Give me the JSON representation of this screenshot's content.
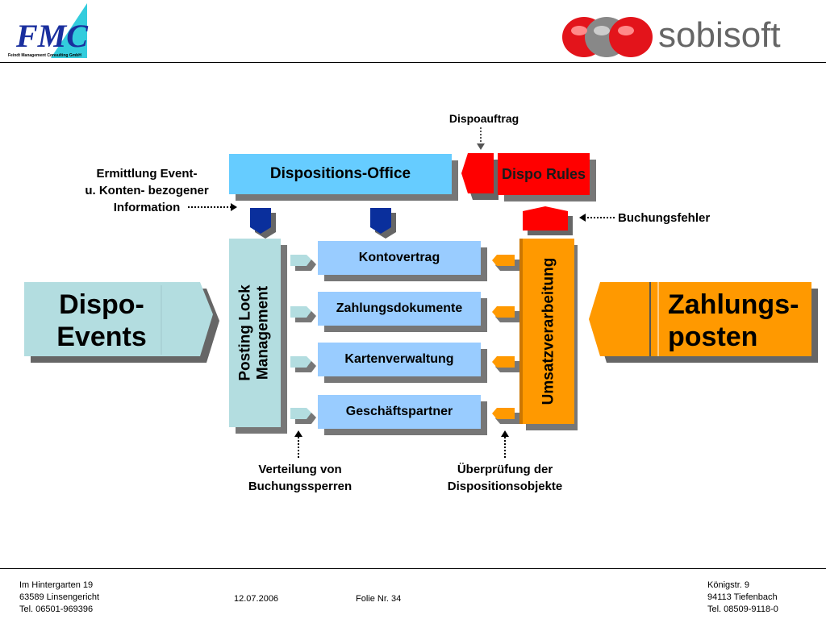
{
  "header": {
    "left_logo": {
      "text": "FMC",
      "subtitle": "Feindt Management Consulting GmbH"
    },
    "right_logo": {
      "text": "sobisoft"
    }
  },
  "diagram": {
    "dispo_office": "Dispositions-Office",
    "dispo_rules": "Dispo Rules",
    "dispoauftrag": "Dispoauftrag",
    "ermittlung": "Ermittlung Event-\nu. Konten- bezogener\nInformation",
    "buchungsfehler": "Buchungsfehler",
    "dispo_events": "Dispo-\nEvents",
    "zahlungsposten": "Zahlungs-\nposten",
    "posting_lock": "Posting Lock\nManagement",
    "umsatzverarbeitung": "Umsatzverarbeitung",
    "modules": [
      "Kontovertrag",
      "Zahlungsdokumente",
      "Kartenverwaltung",
      "Geschäftspartner"
    ],
    "verteilung": "Verteilung von\nBuchungssperren",
    "ueberpruefung": "Überprüfung der\nDispositionsobjekte"
  },
  "footer": {
    "left": [
      "Im Hintergarten 19",
      "63589 Linsengericht",
      "Tel. 06501-969396"
    ],
    "date": "12.07.2006",
    "folie": "Folie Nr. 34",
    "right": [
      "Königstr. 9",
      "94113 Tiefenbach",
      "Tel. 08509-9118-0"
    ]
  },
  "colors": {
    "light_blue": "#66ccff",
    "pale_blue": "#99ccff",
    "teal_light": "#b3dde0",
    "orange": "#ff9900",
    "red": "#ff0000",
    "navy": "#0033a0",
    "shadow": "#777777"
  }
}
